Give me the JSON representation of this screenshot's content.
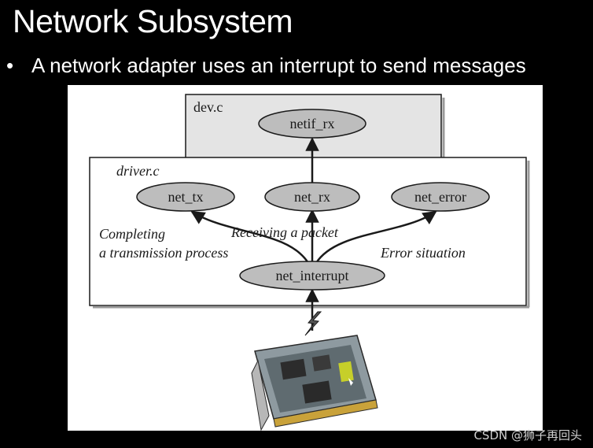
{
  "slide": {
    "title": "Network Subsystem",
    "bullet_marker": "•",
    "bullet_text": "A network adapter uses an interrupt to send messages"
  },
  "diagram": {
    "outer_box_label": "dev.c",
    "inner_box_label": "driver.c",
    "nodes": {
      "netif_rx": "netif_rx",
      "net_tx": "net_tx",
      "net_rx": "net_rx",
      "net_error": "net_error",
      "net_interrupt": "net_interrupt"
    },
    "edge_labels": {
      "completing_line1": "Completing",
      "completing_line2": "a transmission process",
      "receiving": "Receiving a packet",
      "error": "Error situation"
    }
  },
  "watermark": "CSDN @狮子再回头",
  "colors": {
    "background": "#000000",
    "text": "#ffffff",
    "box_fill": "#e4e4e4",
    "ellipse_fill": "#bdbdbd",
    "stroke": "#1a1a1a"
  }
}
